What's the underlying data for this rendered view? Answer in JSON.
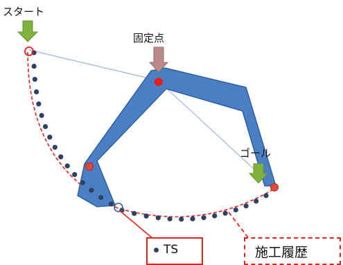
{
  "labels": {
    "start": "スタート",
    "fixed_point": "固定点",
    "goal": "ゴール",
    "legend_ts": "TS",
    "legend_history": "施工履歴"
  },
  "colors": {
    "arm_fill": "#4a7fc4",
    "arm_stroke": "#2e5fa3",
    "pivot_dot": "#e8201c",
    "joint_dot": "#e0483b",
    "ts_point": "#2e4160",
    "history_line": "#e8201c",
    "start_arrow": "#7fb13c",
    "goal_arrow": "#7fb13c",
    "fixed_arrow": "#b98a89",
    "guide_line": "#9fb4d6",
    "legend_border": "#e8201c"
  },
  "icons": {
    "start_marker": "down-arrow-icon",
    "fixed_marker": "down-arrow-icon",
    "goal_marker": "down-arrow-icon",
    "ts_marker": "dot-icon"
  }
}
